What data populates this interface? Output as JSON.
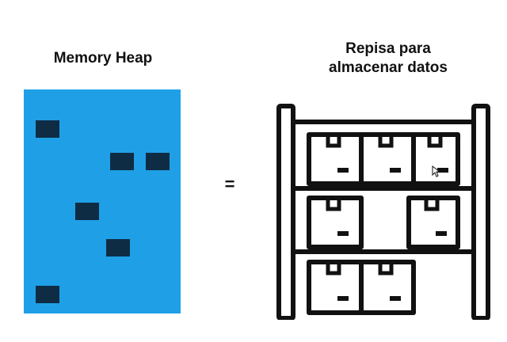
{
  "heap": {
    "title": "Memory Heap",
    "background_color": "#1fa0e6",
    "block_color": "#0f2c45",
    "block_count": 6
  },
  "operator": {
    "symbol": "="
  },
  "shelf": {
    "title_line1": "Repisa para",
    "title_line2": "almacenar datos",
    "icon": "warehouse-shelf-with-boxes-icon",
    "rows": [
      {
        "boxes": 3
      },
      {
        "boxes": 2
      },
      {
        "boxes": 2
      }
    ],
    "stroke_color": "#111111"
  },
  "cursor_icon": "mouse-pointer-icon"
}
